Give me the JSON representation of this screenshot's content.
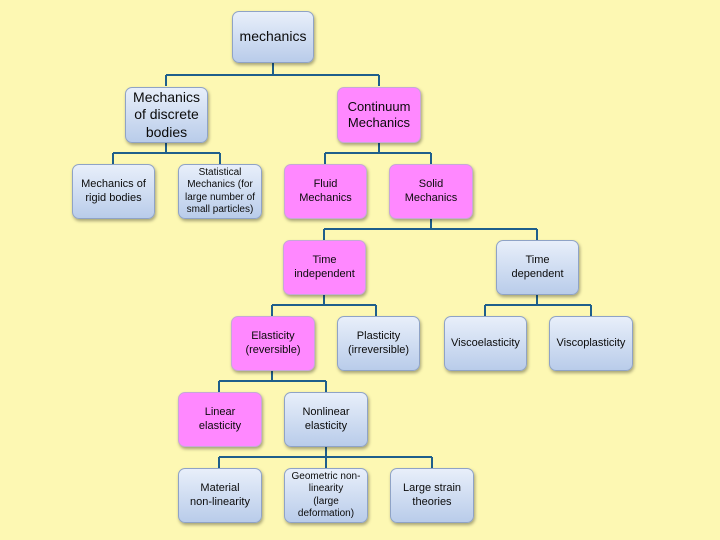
{
  "nodes": {
    "mechanics": "mechanics",
    "discrete": "Mechanics\nof discrete\nbodies",
    "continuum": "Continuum\nMechanics",
    "rigid": "Mechanics of\nrigid bodies",
    "statistical": "Statistical\nMechanics (for\nlarge number of\nsmall particles)",
    "fluid": "Fluid\nMechanics",
    "solid": "Solid\nMechanics",
    "time_independent": "Time\nindependent",
    "time_dependent": "Time\ndependent",
    "elasticity": "Elasticity\n(reversible)",
    "plasticity": "Plasticity\n(irreversible)",
    "viscoelasticity": "Viscoelasticity",
    "viscoplasticity": "Viscoplasticity",
    "linear": "Linear\nelasticity",
    "nonlinear": "Nonlinear\nelasticity",
    "material": "Material\nnon-linearity",
    "geometric": "Geometric non-\nlinearity\n(large\ndeformation)",
    "large_strain": "Large strain\ntheories"
  },
  "colors": {
    "background": "#FDF8B3",
    "pink": "#FF88FF",
    "blue": "#B9CCEA",
    "connector": "#1F5F8B"
  }
}
